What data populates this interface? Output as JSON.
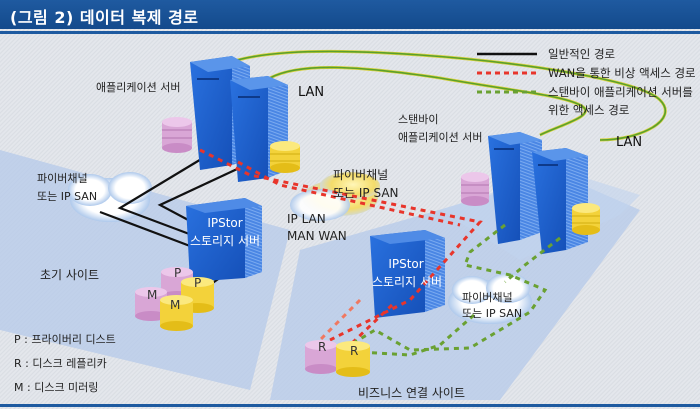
{
  "title": "(그림 2) 데이터 복제 경로",
  "legend": [
    {
      "label": "일반적인 경로",
      "style": "solid",
      "color": "#111111"
    },
    {
      "label": "WAN을 통한 비상 액세스 경로",
      "style": "dashed",
      "color": "#e8352b"
    },
    {
      "label": "스탠바이 애플리케이션 서버를",
      "label2": "위한 액세스 경로",
      "style": "dashed",
      "color": "#6aa132"
    }
  ],
  "nodes": {
    "app_servers": "애플리케이션 서버",
    "standby_servers_line1": "스탠바이",
    "standby_servers_line2": "애플리케이션 서버",
    "lan_left": "LAN",
    "lan_right": "LAN",
    "fc_san_left_line1": "파이버채널",
    "fc_san_left_line2": "또는 IP SAN",
    "fc_san_center_line1": "파이버채널",
    "fc_san_center_line2": "또는 IP SAN",
    "ip_lan_line1": "IP LAN",
    "ip_lan_line2": "MAN WAN",
    "ipstor_left_line1": "IPStor",
    "ipstor_left_line2": "스토리지 서버",
    "ipstor_right_line1": "IPStor",
    "ipstor_right_line2": "스토리지 서버",
    "fc_san_right_line1": "파이버채널",
    "fc_san_right_line2": "또는 IP SAN",
    "initial_site": "초기 사이트",
    "business_site": "비즈니스 연결 사이트"
  },
  "disk_labels": {
    "p1": "P",
    "p2": "P",
    "m1": "M",
    "m2": "M",
    "r1": "R",
    "r2": "R"
  },
  "key": [
    {
      "letter": "P",
      "sep": " : ",
      "text": "프라이버리 디스트"
    },
    {
      "letter": "R",
      "sep": " : ",
      "text": "디스크 레플리카"
    },
    {
      "letter": "M",
      "sep": " : ",
      "text": "디스크 미러링"
    }
  ],
  "colors": {
    "title_bg": "#1a52964",
    "server_blue": "#1c5fd0",
    "disk_pink": "#d7a3d5",
    "disk_yellow": "#f3d23a",
    "lan_green": "#5aa02c",
    "emergency_red": "#e8352b",
    "standby_green": "#6aa132"
  }
}
